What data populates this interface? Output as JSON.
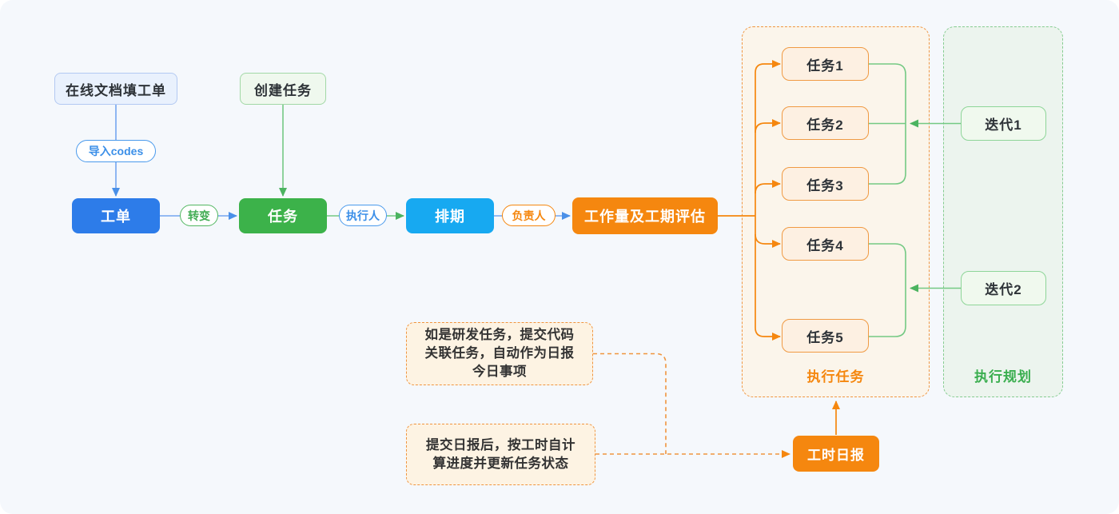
{
  "flow": {
    "online_doc": "在线文档填工单",
    "import_codes": "导入codes",
    "work_order": "工单",
    "transform": "转变",
    "create_task": "创建任务",
    "task": "任务",
    "executor": "执行人",
    "schedule": "排期",
    "owner": "负责人",
    "evaluation": "工作量及工期评估",
    "timesheet_report": "工时日报"
  },
  "execution_tasks": {
    "label": "执行任务",
    "items": [
      "任务1",
      "任务2",
      "任务3",
      "任务4",
      "任务5"
    ]
  },
  "execution_plan": {
    "label": "执行规划",
    "items": [
      "迭代1",
      "迭代2"
    ]
  },
  "notes": {
    "code_note": "如是研发任务，提交代码\n关联任务，自动作为日报\n今日事项",
    "report_note": "提交日报后，按工时自计\n算进度并更新任务状态"
  },
  "colors": {
    "primary_blue": "#2d7ce9",
    "cyan": "#17a9f1",
    "green": "#3cb24a",
    "orange": "#f5870f",
    "background": "#f5f8fc"
  }
}
